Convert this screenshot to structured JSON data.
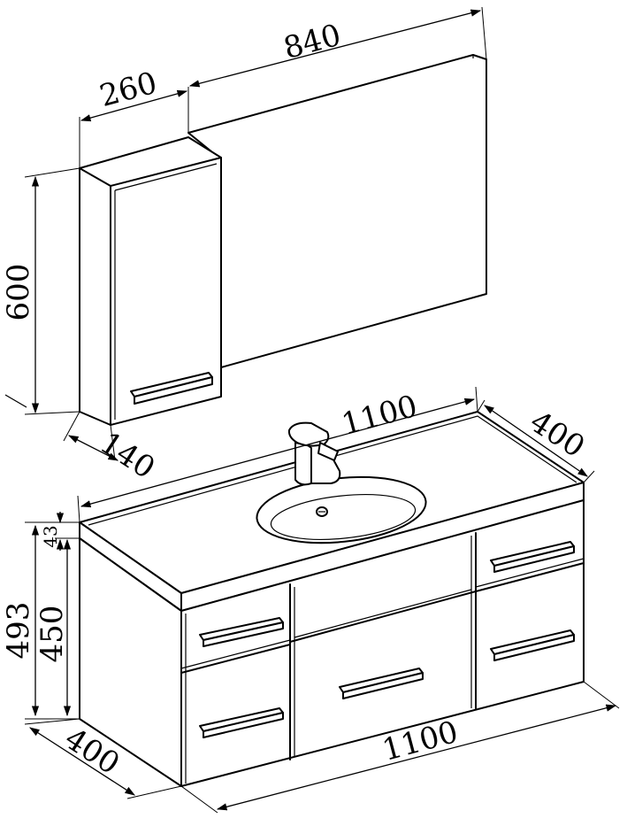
{
  "dimensions": {
    "mirror_width": "840",
    "cabinet_width": "260",
    "cabinet_height": "600",
    "cabinet_depth": "140",
    "top_width": "1100",
    "top_depth": "400",
    "counter_thickness": "43",
    "total_height": "493",
    "body_height": "450",
    "base_depth": "400",
    "base_width": "1100"
  }
}
